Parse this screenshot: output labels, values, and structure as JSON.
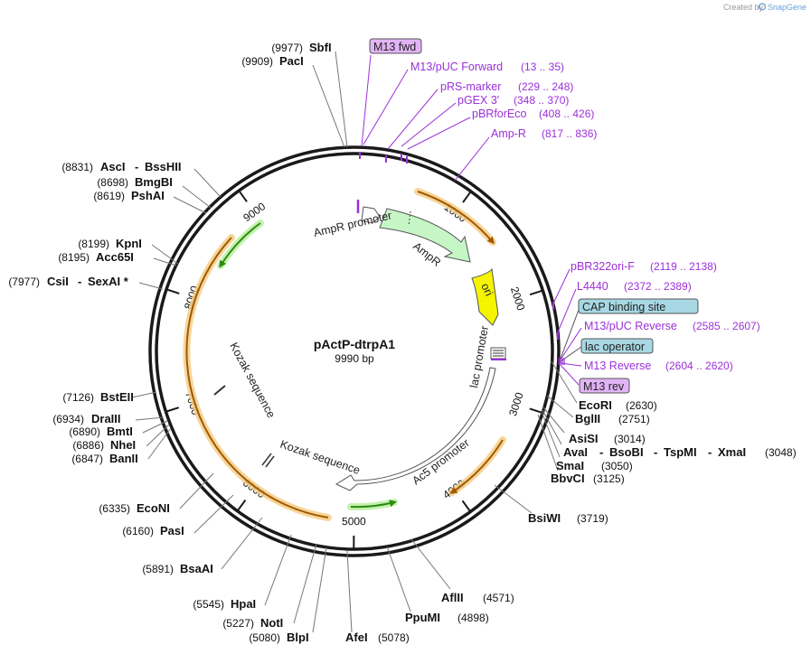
{
  "branding": {
    "created_by": "Created by",
    "product": "SnapGene"
  },
  "plasmid": {
    "name": "pActP-dtrpA1",
    "size_label": "9990 bp",
    "length": 9990
  },
  "ticks": [
    "1000",
    "2000",
    "3000",
    "4000",
    "5000",
    "6000",
    "7000",
    "8000",
    "9000"
  ],
  "restriction_sites": [
    {
      "name": "SbfI",
      "pos_label": "(9977)"
    },
    {
      "name": "PacI",
      "pos_label": "(9909)"
    },
    {
      "name": "AscI",
      "name2": "BssHII",
      "pos_label": "(8831)"
    },
    {
      "name": "BmgBI",
      "pos_label": "(8698)"
    },
    {
      "name": "PshAI",
      "pos_label": "(8619)"
    },
    {
      "name": "KpnI",
      "pos_label": "(8199)"
    },
    {
      "name": "Acc65I",
      "pos_label": "(8195)"
    },
    {
      "name": "CsiI",
      "name2": "SexAI *",
      "pos_label": "(7977)"
    },
    {
      "name": "BstEII",
      "pos_label": "(7126)"
    },
    {
      "name": "DraIII",
      "pos_label": "(6934)"
    },
    {
      "name": "BmtI",
      "pos_label": "(6890)"
    },
    {
      "name": "NheI",
      "pos_label": "(6886)"
    },
    {
      "name": "BanII",
      "pos_label": "(6847)"
    },
    {
      "name": "EcoNI",
      "pos_label": "(6335)"
    },
    {
      "name": "PasI",
      "pos_label": "(6160)"
    },
    {
      "name": "BsaAI",
      "pos_label": "(5891)"
    },
    {
      "name": "HpaI",
      "pos_label": "(5545)"
    },
    {
      "name": "NotI",
      "pos_label": "(5227)"
    },
    {
      "name": "BlpI",
      "pos_label": "(5080)"
    },
    {
      "name": "AfeI",
      "pos_label": "(5078)"
    },
    {
      "name": "PpuMI",
      "pos_label": "(4898)"
    },
    {
      "name": "AflII",
      "pos_label": "(4571)"
    },
    {
      "name": "BsiWI",
      "pos_label": "(3719)"
    },
    {
      "name": "BbvCI",
      "pos_label": "(3125)"
    },
    {
      "name": "SmaI",
      "pos_label": "(3050)"
    },
    {
      "name": "AvaI",
      "name2": "BsoBI",
      "name3": "TspMI",
      "name4": "XmaI",
      "pos_label": "(3048)"
    },
    {
      "name": "AsiSI",
      "pos_label": "(3014)"
    },
    {
      "name": "BglII",
      "pos_label": "(2751)"
    },
    {
      "name": "EcoRI",
      "pos_label": "(2630)"
    }
  ],
  "primers": [
    {
      "name": "M13 fwd",
      "boxed": true
    },
    {
      "name": "M13/pUC Forward",
      "range": "(13 .. 35)"
    },
    {
      "name": "pRS-marker",
      "range": "(229 .. 248)"
    },
    {
      "name": "pGEX 3'",
      "range": "(348 .. 370)"
    },
    {
      "name": "pBRforEco",
      "range": "(408 .. 426)"
    },
    {
      "name": "Amp-R",
      "range": "(817 .. 836)"
    },
    {
      "name": "pBR322ori-F",
      "range": "(2119 .. 2138)"
    },
    {
      "name": "L4440",
      "range": "(2372 .. 2389)"
    },
    {
      "name": "M13/pUC Reverse",
      "range": "(2585 .. 2607)"
    },
    {
      "name": "M13 Reverse",
      "range": "(2604 .. 2620)"
    },
    {
      "name": "M13 rev",
      "boxed": true
    }
  ],
  "boxed_features": [
    {
      "name": "CAP binding site"
    },
    {
      "name": "lac operator"
    }
  ],
  "features": [
    {
      "name": "AmpR promoter"
    },
    {
      "name": "AmpR"
    },
    {
      "name": "ori"
    },
    {
      "name": "lac promoter"
    },
    {
      "name": "Ac5 promoter"
    },
    {
      "name": "Kozak sequence"
    },
    {
      "name": "Kozak sequence"
    }
  ],
  "colors": {
    "backbone": "#1a1a1a",
    "primer": "#9b30d9",
    "primer_box_fill": "#e2b3f5",
    "feature_box_fill": "#a7d8e4",
    "ori_fill": "#f5f500",
    "ampr_fill": "#c6f6c6",
    "orf_glow": "#f6cf8a",
    "orf_line": "#b07010",
    "green_arrow": "#2e8a12"
  }
}
